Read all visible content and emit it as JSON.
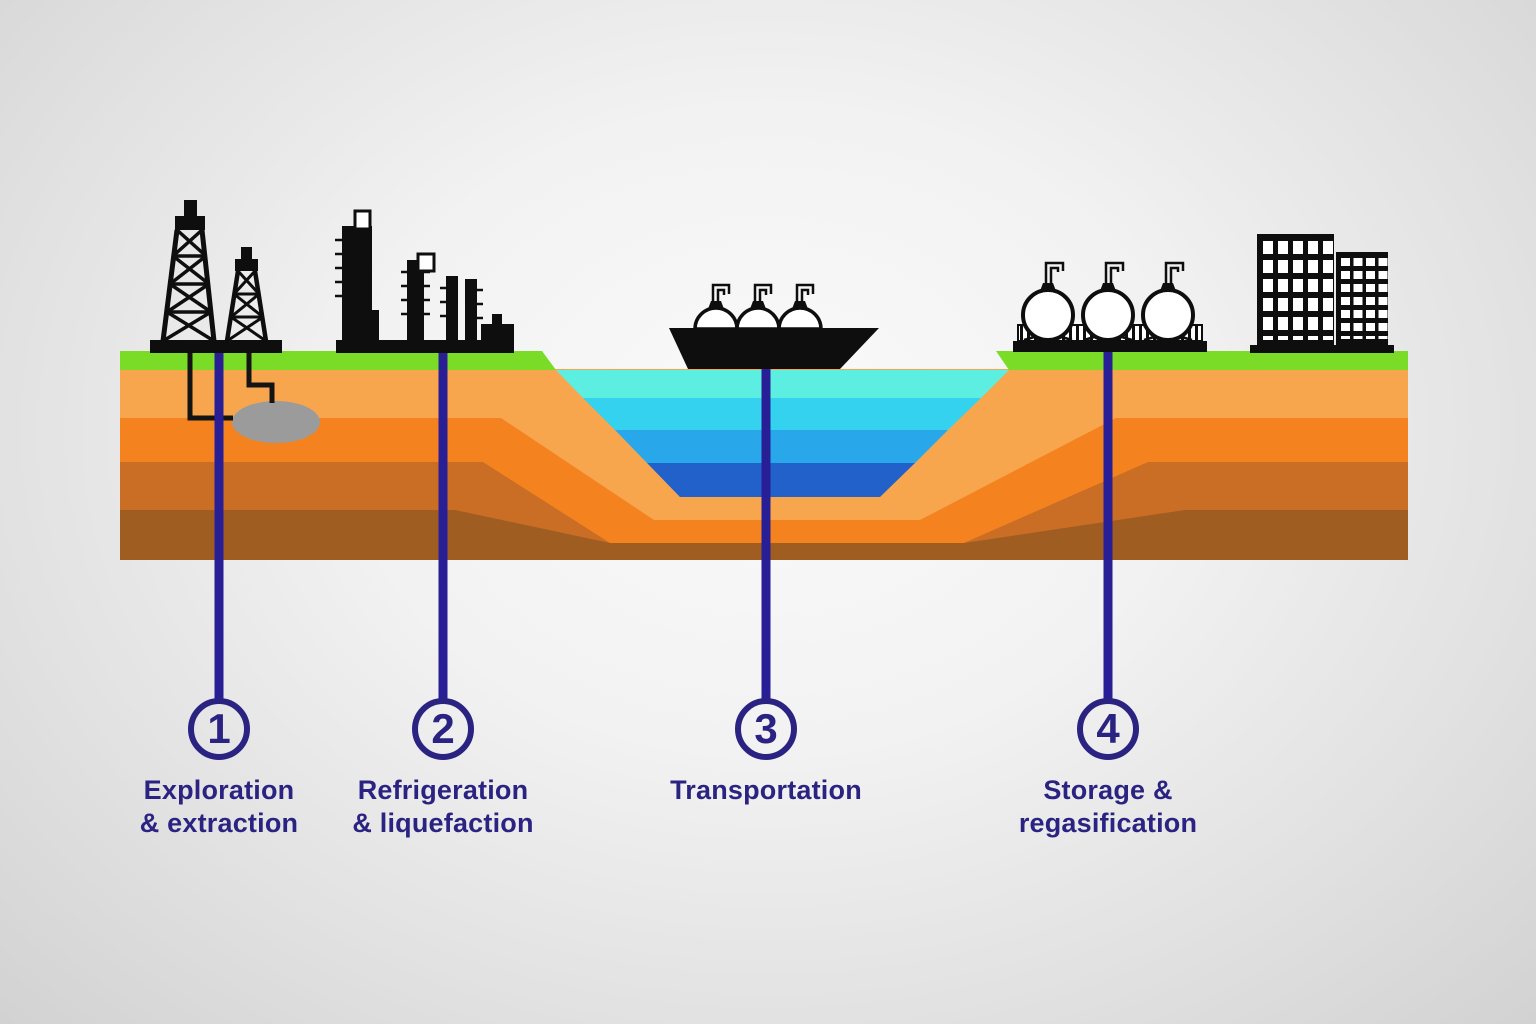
{
  "stages": [
    {
      "number": "1",
      "label_line1": "Exploration",
      "label_line2": "& extraction",
      "icon": "oil-derricks-icon"
    },
    {
      "number": "2",
      "label_line1": "Refrigeration",
      "label_line2": "& liquefaction",
      "icon": "refinery-icon"
    },
    {
      "number": "3",
      "label_line1": "Transportation",
      "label_line2": "",
      "icon": "lng-tanker-ship-icon"
    },
    {
      "number": "4",
      "label_line1": "Storage &",
      "label_line2": "regasification",
      "icon": "storage-tanks-icon"
    }
  ],
  "scene": {
    "other_icons": [
      "city-buildings-icon",
      "gas-reservoir",
      "well-pipes"
    ],
    "palette": {
      "background_center": "#fafafa",
      "background_edge": "#d2d2d2",
      "grass_green": "#7bdc28",
      "soil_light_orange": "#f8a64e",
      "soil_orange": "#f4831f",
      "soil_sienna": "#c96e24",
      "soil_dark_brown": "#a05d22",
      "water_surface_cyan": "#5deee2",
      "water_shallow_cyan": "#35d2ef",
      "water_mid_blue": "#28a7ea",
      "water_deep_blue": "#2161c9",
      "reservoir_gray": "#9b9b9b",
      "connector_navy": "#281e96",
      "label_navy": "#2b2381",
      "icon_black": "#0e0e0e"
    }
  }
}
